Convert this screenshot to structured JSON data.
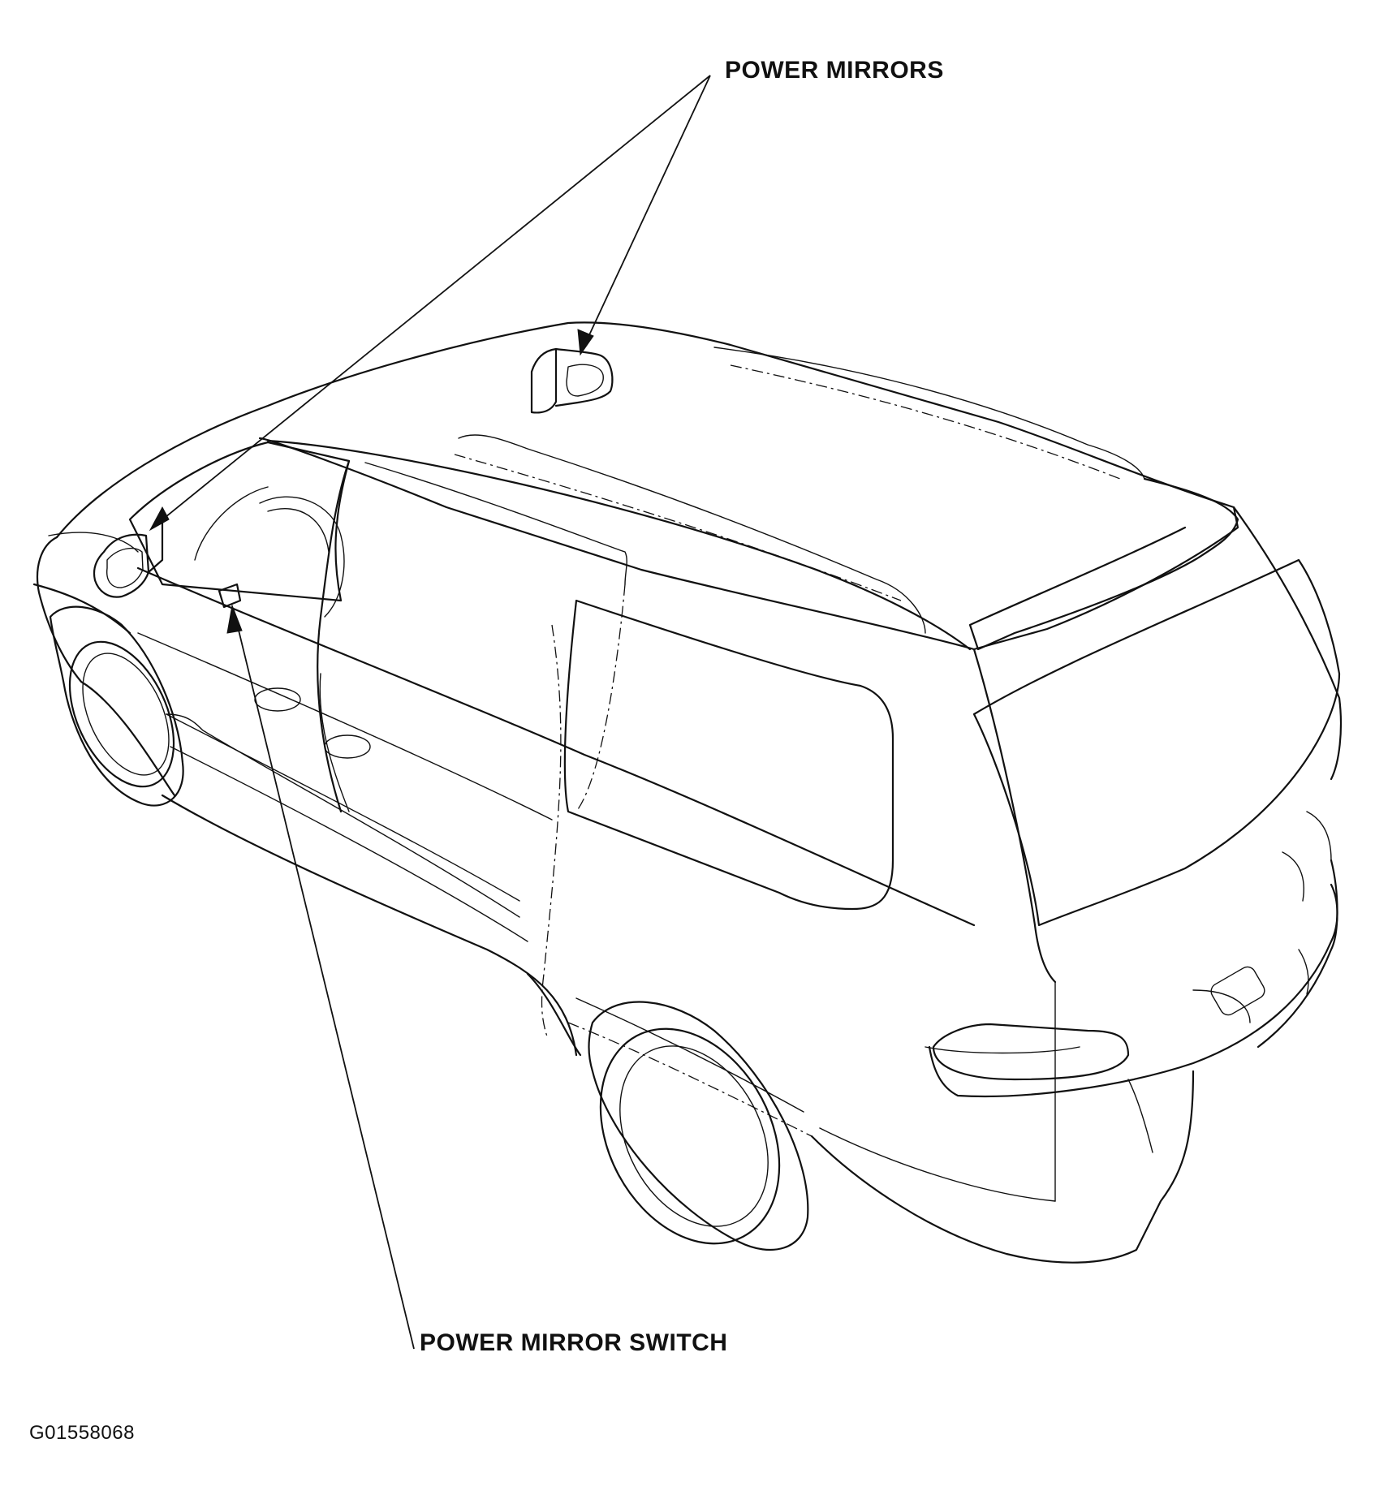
{
  "callouts": {
    "power_mirrors": "POWER MIRRORS",
    "power_mirror_switch": "POWER MIRROR SWITCH"
  },
  "figure_code": "G01558068",
  "colors": {
    "line": "#111111",
    "background": "#ffffff"
  }
}
